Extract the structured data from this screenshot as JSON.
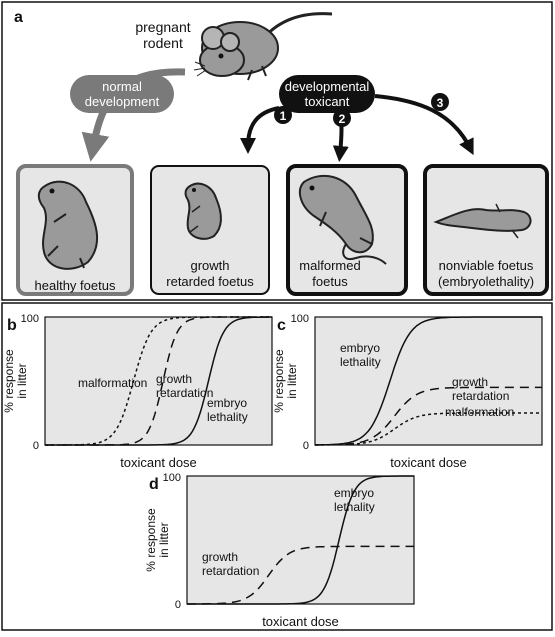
{
  "panel_a": {
    "label": "a",
    "rodent_label_line1": "pregnant",
    "rodent_label_line2": "rodent",
    "normal_line1": "normal",
    "normal_line2": "development",
    "toxicant_line1": "developmental",
    "toxicant_line2": "toxicant",
    "markers": [
      "1",
      "2",
      "3"
    ],
    "outcomes": [
      {
        "line1": "healthy foetus",
        "line2": ""
      },
      {
        "line1": "growth",
        "line2": "retarded foetus"
      },
      {
        "line1": "malformed",
        "line2": "foetus"
      },
      {
        "line1": "nonviable foetus",
        "line2": "(embryolethality)"
      }
    ]
  },
  "chart_data": [
    {
      "panel": "b",
      "type": "line",
      "ylabel": "% response in litter",
      "xlabel": "toxicant dose",
      "yticks": [
        "0",
        "100"
      ],
      "series": [
        {
          "name": "malformation",
          "style": "dotted",
          "midpoint": 0.39,
          "max": 100
        },
        {
          "name": "growth retardation",
          "style": "dashed",
          "midpoint": 0.52,
          "max": 100
        },
        {
          "name": "embryo lethality",
          "style": "solid",
          "midpoint": 0.72,
          "max": 100
        }
      ]
    },
    {
      "panel": "c",
      "type": "line",
      "ylabel": "% response in litter",
      "xlabel": "toxicant dose",
      "yticks": [
        "0",
        "100"
      ],
      "series": [
        {
          "name": "embryo lethality",
          "style": "solid",
          "midpoint": 0.33,
          "max": 100
        },
        {
          "name": "growth retardation",
          "style": "dashed",
          "midpoint": 0.35,
          "max": 45
        },
        {
          "name": "malformation",
          "style": "dotted",
          "midpoint": 0.35,
          "max": 25
        }
      ]
    },
    {
      "panel": "d",
      "type": "line",
      "ylabel": "% response in litter",
      "xlabel": "toxicant dose",
      "yticks": [
        "0",
        "100"
      ],
      "series": [
        {
          "name": "growth retardation",
          "style": "dashed",
          "midpoint": 0.36,
          "max": 45
        },
        {
          "name": "embryo lethality",
          "style": "solid",
          "midpoint": 0.67,
          "max": 100
        }
      ]
    }
  ]
}
